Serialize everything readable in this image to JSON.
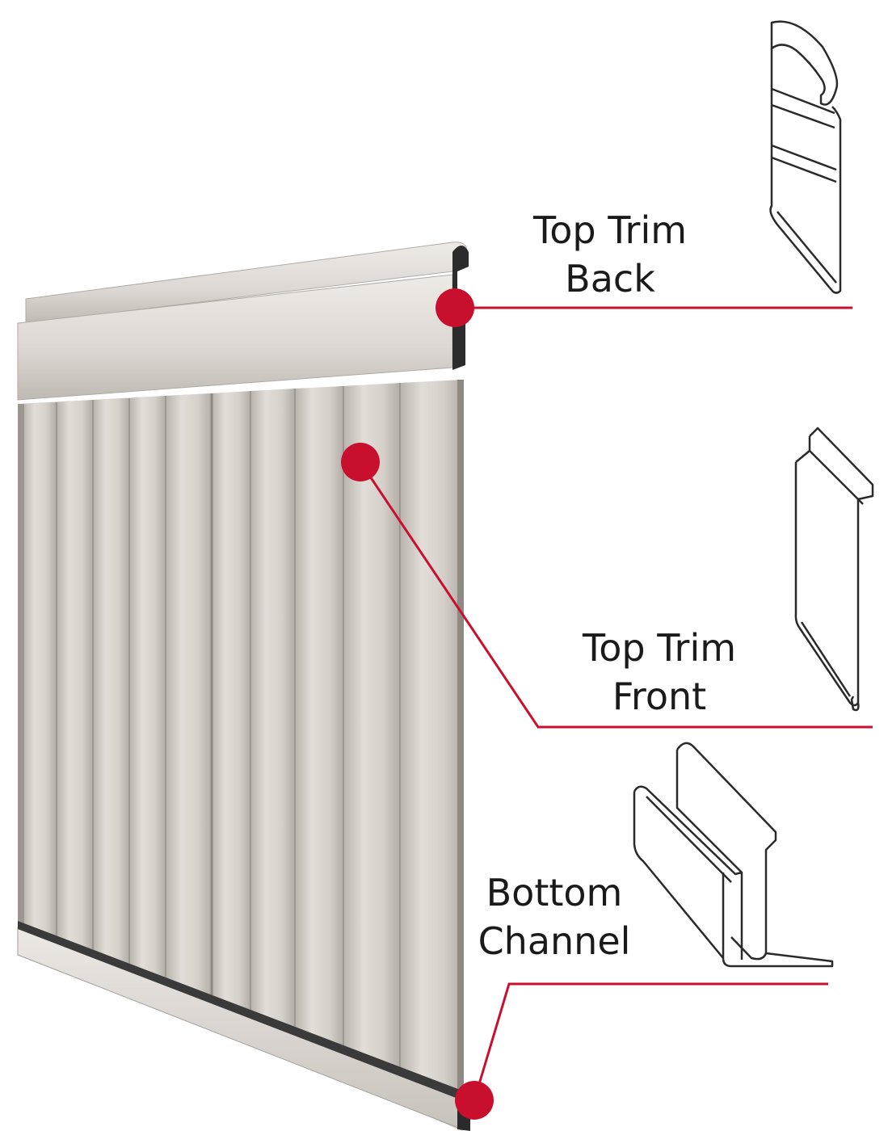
{
  "labels": {
    "top_trim_back": {
      "line1": "Top Trim",
      "line2": "Back"
    },
    "top_trim_front": {
      "line1": "Top Trim",
      "line2": "Front"
    },
    "bottom_channel": {
      "line1": "Bottom",
      "line2": "Channel"
    }
  },
  "colors": {
    "callout_red": "#c8102e",
    "panel_light": "#dcd7d2",
    "panel_mid": "#c9c3bd",
    "panel_shadow": "#a9a39d",
    "outline": "#2a2a2a"
  }
}
